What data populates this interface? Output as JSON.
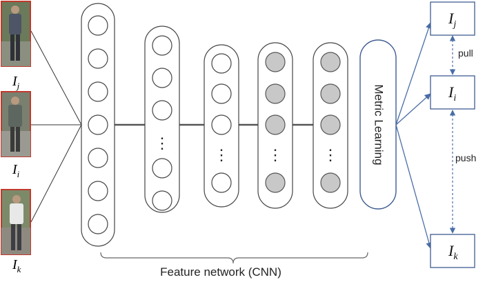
{
  "inputs": [
    {
      "base": "I",
      "sub": "j"
    },
    {
      "base": "I",
      "sub": "i"
    },
    {
      "base": "I",
      "sub": "k"
    }
  ],
  "network": {
    "caption": "Feature network (CNN)",
    "ellipsis": "⋮",
    "layers": [
      {
        "kind": "input",
        "filled": false
      },
      {
        "kind": "hidden",
        "filled": false
      },
      {
        "kind": "hidden",
        "filled": false
      },
      {
        "kind": "hidden",
        "filled": true
      },
      {
        "kind": "hidden",
        "filled": true
      }
    ]
  },
  "metric": {
    "label": "Metric Learning"
  },
  "outputs": [
    {
      "base": "I",
      "sub": "j"
    },
    {
      "base": "I",
      "sub": "i"
    },
    {
      "base": "I",
      "sub": "k"
    }
  ],
  "relations": {
    "pull": "pull",
    "push": "push"
  },
  "colors": {
    "photo_border": "#c0392b",
    "node_fill": "#c8c8c8",
    "arrow": "#4a6da7",
    "line": "#333333"
  }
}
